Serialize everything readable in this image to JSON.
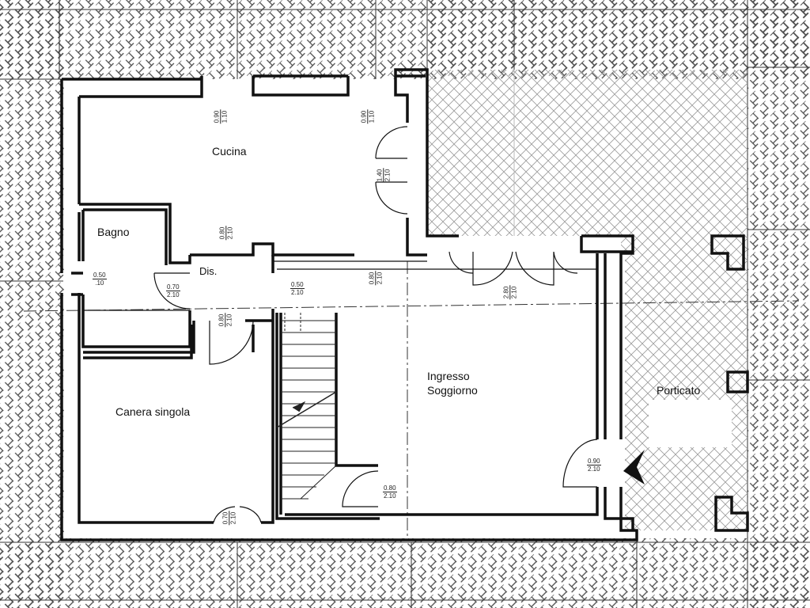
{
  "rooms": {
    "cucina": "Cucina",
    "bagno": "Bagno",
    "dis": "Dis.",
    "camera": "Canera singola",
    "ingresso_line1": "Ingresso",
    "ingresso_line2": "Soggiorno",
    "porticato": "Porticato"
  },
  "dimensions": {
    "cucina_window_left": [
      "0.90",
      "1.10"
    ],
    "cucina_window_right": [
      "0.90",
      "1.10"
    ],
    "cucina_door": [
      "1.40",
      "2.10"
    ],
    "cucina_inner_door": [
      "0.80",
      "2.10"
    ],
    "bagno_window": [
      "0.50",
      ".10"
    ],
    "bagno_door": [
      "0.70",
      "2.10"
    ],
    "dis_door": [
      "0.80",
      "2.10"
    ],
    "corridor_opening": [
      "0.50",
      "2.10"
    ],
    "soggiorno_opening": [
      "0.80",
      "2.10"
    ],
    "soggiorno_window": [
      "2.80",
      "2.10"
    ],
    "camera_window": [
      "0.70",
      "2.10"
    ],
    "entrance_door": [
      "0.90",
      "2.10"
    ],
    "stair_door": [
      "0.80",
      "2.10"
    ]
  },
  "colors": {
    "wall": "#111111",
    "hatch": "#4a4a4a",
    "hatch_light": "#9a9a9a"
  }
}
